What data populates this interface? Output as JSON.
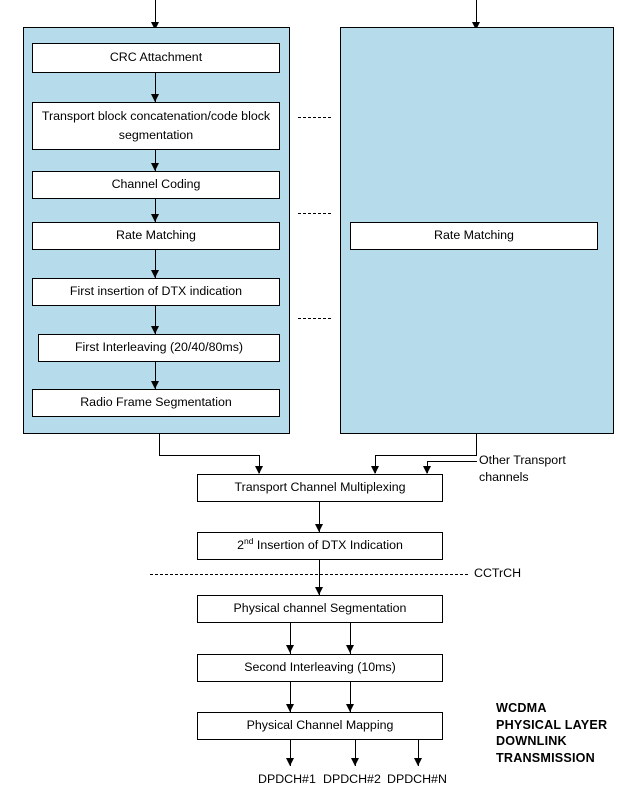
{
  "diagram": {
    "title": "WCDMA Physical Layer Downlink Transmission chain",
    "caption": "WCDMA\nPHYSICAL LAYER\nDOWNLINK\nTRANSMISSION",
    "colors": {
      "panel_fill": "#b6dceb",
      "box_fill": "#ffffff",
      "stroke": "#000000",
      "background": "#ffffff"
    },
    "left_panel": {
      "name": "transport-channel-chain-1",
      "boxes": [
        {
          "label": "CRC Attachment"
        },
        {
          "label": "Transport block concatenation/code block segmentation"
        },
        {
          "label": "Channel Coding"
        },
        {
          "label": "Rate Matching"
        },
        {
          "label": "First insertion of DTX indication"
        },
        {
          "label": "First Interleaving (20/40/80ms)"
        },
        {
          "label": "Radio Frame Segmentation"
        }
      ]
    },
    "right_panel": {
      "name": "transport-channel-chain-2",
      "boxes": [
        {
          "label": "Rate Matching"
        }
      ]
    },
    "main_chain": {
      "boxes": [
        {
          "label": "Transport Channel Multiplexing"
        },
        {
          "label_prefix": "2",
          "label_sup": "nd",
          "label_suffix": " Insertion of DTX Indication"
        },
        {
          "label": "Physical channel Segmentation"
        },
        {
          "label": "Second Interleaving (10ms)"
        },
        {
          "label": "Physical Channel Mapping"
        }
      ]
    },
    "annotations": {
      "other_transport_channels": "Other Transport\nchannels",
      "cctrch": "CCTrCH"
    },
    "outputs": [
      {
        "label": "DPDCH#1"
      },
      {
        "label": "DPDCH#2"
      },
      {
        "label": "DPDCH#N"
      }
    ]
  }
}
